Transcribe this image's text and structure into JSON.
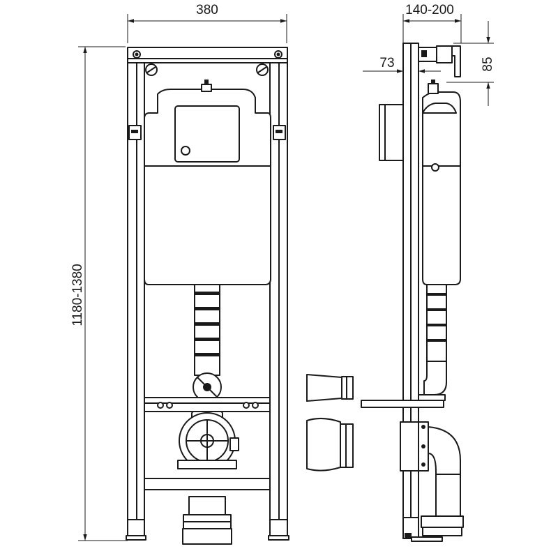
{
  "dimensions": {
    "frame_width": "380",
    "depth": "140-200",
    "offset": "73",
    "top_gap": "85",
    "height": "1180-1380"
  }
}
